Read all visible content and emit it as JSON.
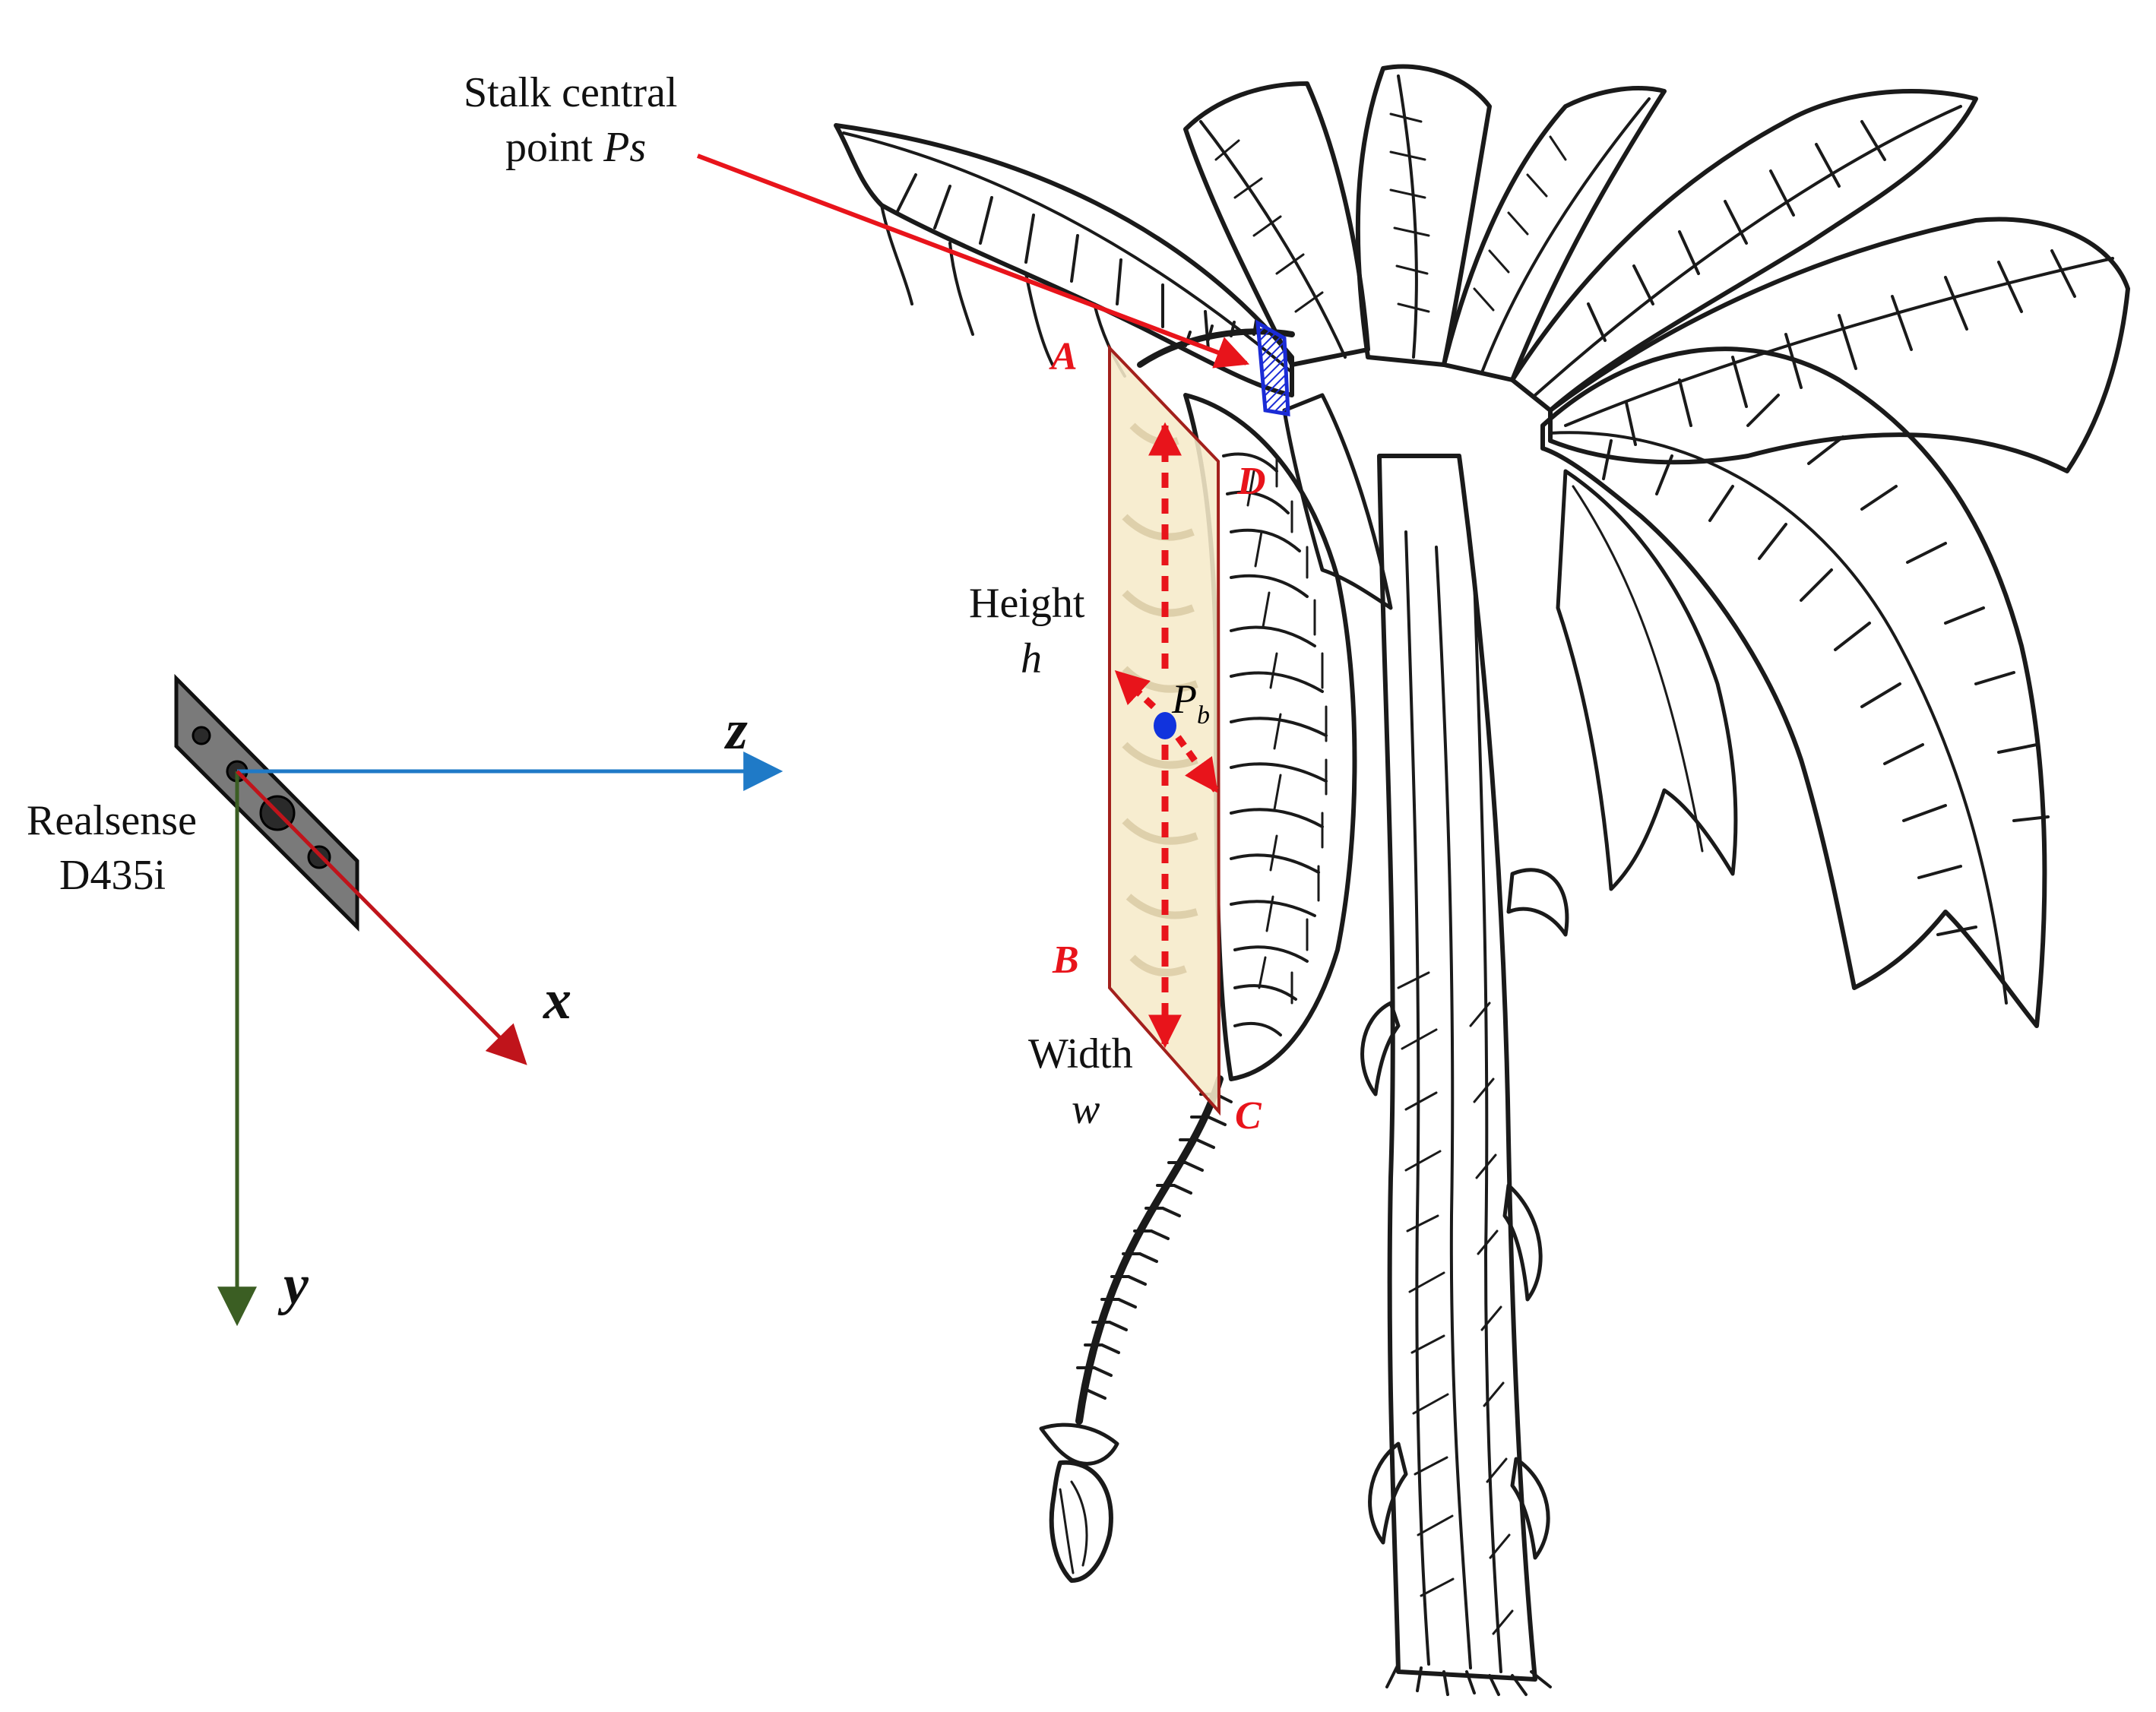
{
  "labels": {
    "stalk_line1": "Stalk central",
    "stalk_line2_prefix": "point ",
    "stalk_symbol": "Ps",
    "height_word": "Height",
    "height_symbol": "h",
    "width_word": "Width",
    "width_symbol": "w",
    "center_symbol_main": "P",
    "center_symbol_sub": "b",
    "camera_line1": "Realsense",
    "camera_line2": "D435i"
  },
  "corners": [
    "A",
    "B",
    "C",
    "D"
  ],
  "axes": [
    "x",
    "y",
    "z"
  ],
  "colors": {
    "pointer_arrow": "#e8141b",
    "plane_fill": "#f6ebc9",
    "plane_edge": "#a3201c",
    "dimension_arrows": "#e8141b",
    "center_point": "#1133dd",
    "stalk_marker": "#1a2bd6",
    "axis_x": "#c0141b",
    "axis_y": "#3b5e23",
    "axis_z": "#1f7ac7",
    "camera_body": "#7a7a7a"
  },
  "icons": [
    "banana-tree-icon",
    "camera-icon"
  ]
}
